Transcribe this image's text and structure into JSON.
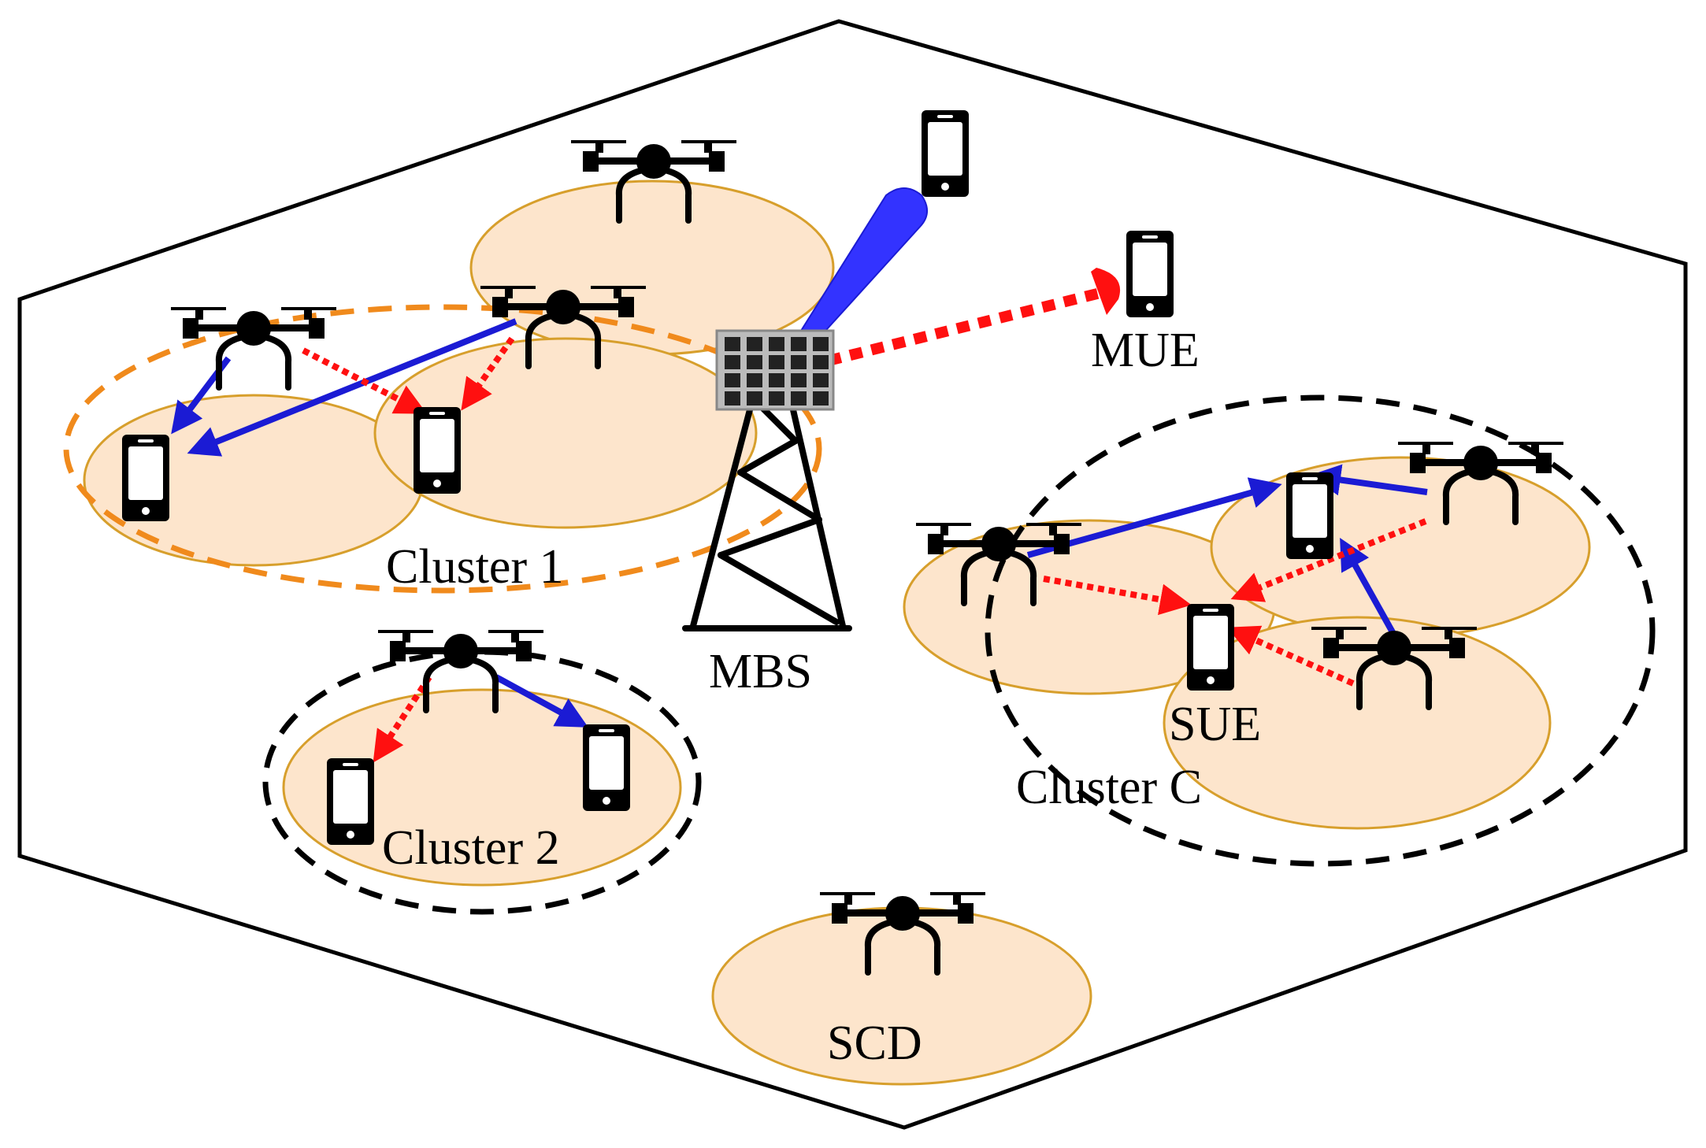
{
  "labels": {
    "cluster_1": "Cluster 1",
    "cluster_2": "Cluster 2",
    "cluster_c": "Cluster C",
    "mbs": "MBS",
    "mue": "MUE",
    "sue": "SUE",
    "scd": "SCD"
  },
  "colors": {
    "coverage_fill": "#fde5cc",
    "coverage_stroke": "#d79f2c",
    "cluster_1_outline": "#f08a1c",
    "cluster_outline": "#000000",
    "desired_link": "#1b1bd4",
    "interference_link": "#ff1010",
    "beam": "#3333ff",
    "tower": "#000000",
    "antenna_panel": "#bbbbbb"
  },
  "icons": {
    "drone": "quadcopter-drone-icon",
    "phone": "smartphone-icon",
    "tower": "macro-base-station-tower-icon",
    "antenna": "antenna-array-panel-icon"
  },
  "legend_semantics": {
    "solid_blue_arrow": "desired-link",
    "dotted_red_arrow": "interference-link"
  }
}
